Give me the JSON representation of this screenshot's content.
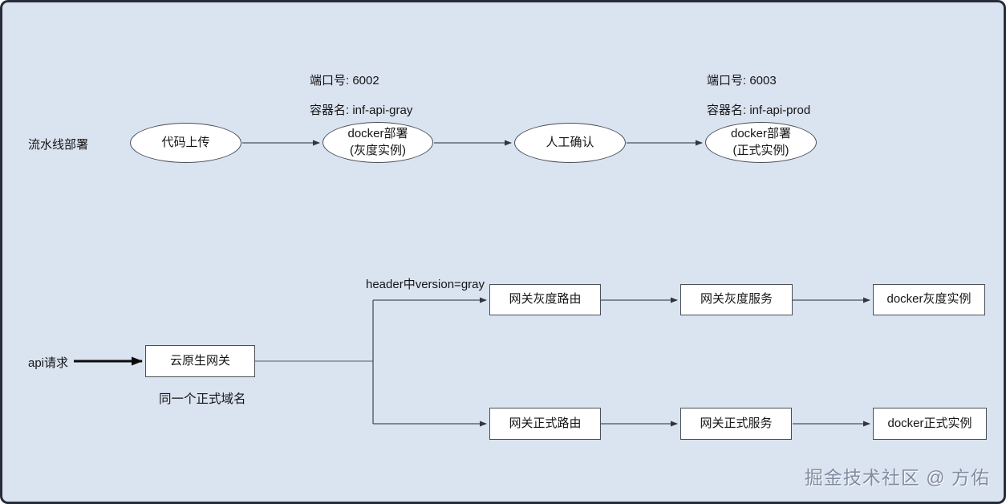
{
  "colors": {
    "bg": "#dae3f0",
    "frame": "#272c3a",
    "node-fill": "#ffffff",
    "node-border": "#4a4f58",
    "line": "#49505f",
    "text": "#151515",
    "watermark": "#828ca1"
  },
  "pipeline": {
    "row_label": "流水线部署",
    "nodes": {
      "code_upload": "代码上传",
      "docker_gray_line1": "docker部署",
      "docker_gray_line2": "(灰度实例)",
      "manual_confirm": "人工确认",
      "docker_prod_line1": "docker部署",
      "docker_prod_line2": "(正式实例)"
    },
    "gray_port": "端口号: 6002",
    "gray_container": "容器名: inf-api-gray",
    "prod_port": "端口号: 6003",
    "prod_container": "容器名: inf-api-prod"
  },
  "request_flow": {
    "request": "api请求",
    "gateway": "云原生网关",
    "gateway_note": "同一个正式域名",
    "branch_condition": "header中version=gray",
    "gray_route": "网关灰度路由",
    "gray_service": "网关灰度服务",
    "gray_instance": "docker灰度实例",
    "prod_route": "网关正式路由",
    "prod_service": "网关正式服务",
    "prod_instance": "docker正式实例"
  },
  "watermark": "掘金技术社区 @ 方佑"
}
